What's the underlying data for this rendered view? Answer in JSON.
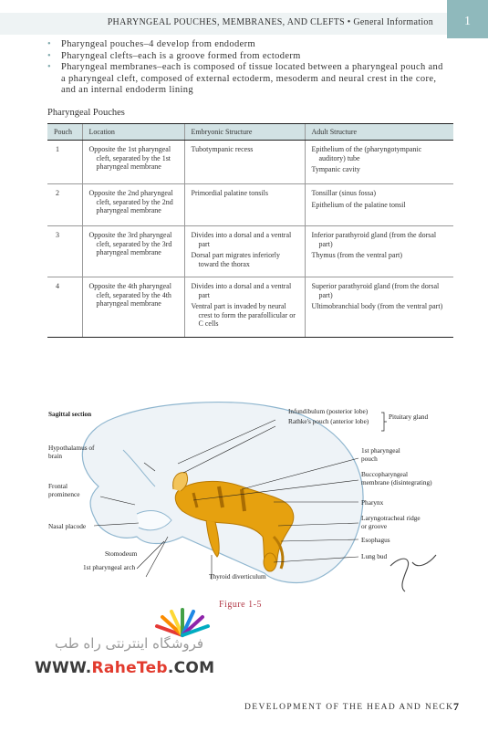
{
  "header": {
    "title": "PHARYNGEAL POUCHES, MEMBRANES, AND CLEFTS • General Information",
    "chapter_number": "1"
  },
  "bullets": [
    "Pharyngeal pouches–4 develop from endoderm",
    "Pharyngeal clefts–each is a groove formed from ectoderm",
    "Pharyngeal membranes–each is composed of tissue located between a pharyngeal pouch and a pharyngeal cleft, composed of external ectoderm, mesoderm and neural crest in the core, and an internal endoderm lining"
  ],
  "table": {
    "caption": "Pharyngeal Pouches",
    "headers": [
      "Pouch",
      "Location",
      "Embryonic Structure",
      "Adult Structure"
    ],
    "rows": [
      {
        "pouch": "1",
        "location": "Opposite the 1st pharyngeal cleft, separated by the 1st pharyngeal membrane",
        "embryonic": [
          "Tubotympanic recess"
        ],
        "adult": [
          "Epithelium of the (pharyngotympanic auditory) tube",
          "Tympanic cavity"
        ]
      },
      {
        "pouch": "2",
        "location": "Opposite the 2nd pharyngeal cleft, separated by the 2nd pharyngeal membrane",
        "embryonic": [
          "Primordial palatine tonsils"
        ],
        "adult": [
          "Tonsillar (sinus fossa)",
          "Epithelium of the palatine tonsil"
        ]
      },
      {
        "pouch": "3",
        "location": "Opposite the 3rd pharyngeal cleft, separated by the 3rd pharyngeal membrane",
        "embryonic": [
          "Divides into a dorsal and a ventral part",
          "Dorsal part migrates inferiorly toward the thorax"
        ],
        "adult": [
          "Inferior parathyroid gland (from the dorsal part)",
          "Thymus (from the ventral part)"
        ]
      },
      {
        "pouch": "4",
        "location": "Opposite the 4th pharyngeal cleft, separated by the 4th pharyngeal membrane",
        "embryonic": [
          "Divides into a dorsal and a ventral part",
          "Ventral part is invaded by neural crest to form the parafollicular or C cells"
        ],
        "adult": [
          "Superior parathyroid gland (from the dorsal part)",
          "Ultimobranchial body (from the ventral part)"
        ]
      }
    ]
  },
  "figure": {
    "section_title": "Sagittal section",
    "labels": {
      "infundibulum": "Infundibulum (posterior lobe)",
      "rathke": "Rathke's pouch (anterior lobe)",
      "pituitary": "Pituitary gland",
      "hypothalamus": "Hypothalamus of brain",
      "frontal": "Frontal prominence",
      "nasal": "Nasal placode",
      "stomodeum": "Stomodeum",
      "arch": "1st pharyngeal arch",
      "thyroid": "Thyroid diverticulum",
      "pouch1": "1st pharyngeal pouch",
      "bucco": "Buccopharyngeal membrane (disintegrating)",
      "pharynx": "Pharynx",
      "laryngo": "Laryngotracheal ridge or groove",
      "esophagus": "Esophagus",
      "lungbud": "Lung bud"
    },
    "caption": "Figure 1-5",
    "colors": {
      "tissue": "#e6a10f",
      "tissue_dark": "#b87a05",
      "embryo_fill": "#eef3f7",
      "embryo_outline": "#8fb6cf"
    }
  },
  "watermark": {
    "persian": "فروشگاه اینترنتی راه طب",
    "url_prefix": "WWW.",
    "url_accent": "RaheTeb",
    "url_suffix": ".COM"
  },
  "footer": {
    "text": "DEVELOPMENT OF THE HEAD AND NECK",
    "page_number": "7"
  }
}
